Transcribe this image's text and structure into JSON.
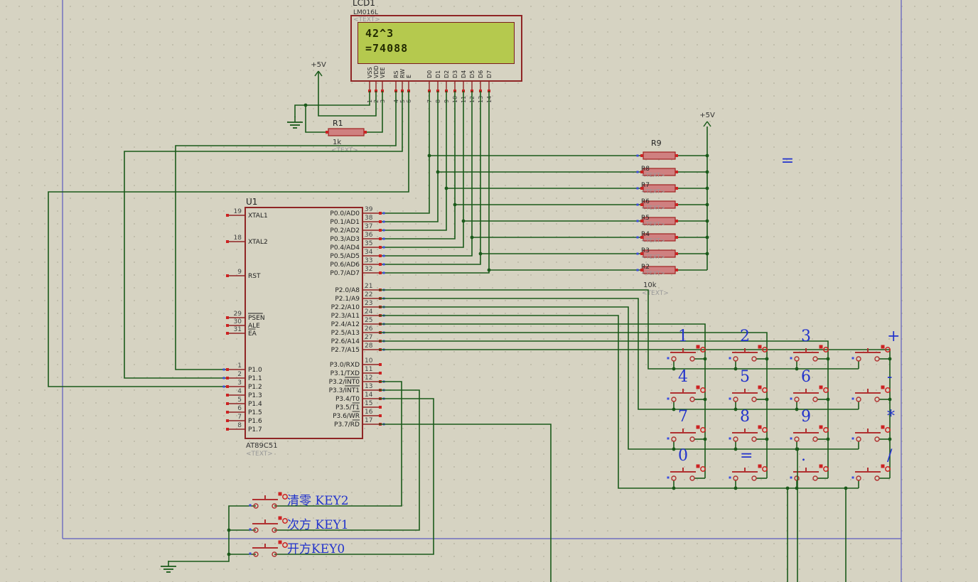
{
  "sheet": {
    "wire_color": "#1a5a1a",
    "component_color": "#8f2525",
    "accent_blue": "#2233cc",
    "lcd_screen_color": "#b5c94e",
    "resistor_fill": "#cf8080"
  },
  "power_label": "+5V",
  "lcd": {
    "ref": "LCD1",
    "model": "LM016L",
    "placeholder": "<TEXT>",
    "screen_lines": [
      "42^3",
      "=74088"
    ],
    "pins": [
      {
        "num": "1",
        "name": "VSS"
      },
      {
        "num": "2",
        "name": "VDD"
      },
      {
        "num": "3",
        "name": "VEE"
      },
      {
        "num": "4",
        "name": "RS"
      },
      {
        "num": "5",
        "name": "RW"
      },
      {
        "num": "6",
        "name": "E"
      },
      {
        "num": "7",
        "name": "D0"
      },
      {
        "num": "8",
        "name": "D1"
      },
      {
        "num": "9",
        "name": "D2"
      },
      {
        "num": "10",
        "name": "D3"
      },
      {
        "num": "11",
        "name": "D4"
      },
      {
        "num": "12",
        "name": "D5"
      },
      {
        "num": "13",
        "name": "D6"
      },
      {
        "num": "14",
        "name": "D7"
      }
    ]
  },
  "r1": {
    "ref": "R1",
    "value": "1k",
    "placeholder": "<TEXT>"
  },
  "rpack": {
    "ref": "R9",
    "refs": [
      "R8",
      "R7",
      "R6",
      "R5",
      "R4",
      "R3",
      "R2"
    ],
    "value": "10k",
    "placeholder": "<TEXT>"
  },
  "mcu": {
    "ref": "U1",
    "model": "AT89C51",
    "placeholder": "<TEXT>",
    "left_pins": [
      {
        "num": "19",
        "name": "XTAL1"
      },
      {
        "num": "18",
        "name": "XTAL2"
      },
      {
        "num": "9",
        "name": "RST"
      },
      {
        "num": "29",
        "name": "PSEN",
        "ol": "PSEN"
      },
      {
        "num": "30",
        "name": "ALE"
      },
      {
        "num": "31",
        "name": "EA",
        "ol": "EA"
      },
      {
        "num": "1",
        "name": "P1.0"
      },
      {
        "num": "2",
        "name": "P1.1"
      },
      {
        "num": "3",
        "name": "P1.2"
      },
      {
        "num": "4",
        "name": "P1.3"
      },
      {
        "num": "5",
        "name": "P1.4"
      },
      {
        "num": "6",
        "name": "P1.5"
      },
      {
        "num": "7",
        "name": "P1.6"
      },
      {
        "num": "8",
        "name": "P1.7"
      }
    ],
    "right_pins": [
      {
        "num": "39",
        "name": "P0.0/AD0"
      },
      {
        "num": "38",
        "name": "P0.1/AD1"
      },
      {
        "num": "37",
        "name": "P0.2/AD2"
      },
      {
        "num": "36",
        "name": "P0.3/AD3"
      },
      {
        "num": "35",
        "name": "P0.4/AD4"
      },
      {
        "num": "34",
        "name": "P0.5/AD5"
      },
      {
        "num": "33",
        "name": "P0.6/AD6"
      },
      {
        "num": "32",
        "name": "P0.7/AD7"
      },
      {
        "num": "21",
        "name": "P2.0/A8"
      },
      {
        "num": "22",
        "name": "P2.1/A9"
      },
      {
        "num": "23",
        "name": "P2.2/A10"
      },
      {
        "num": "24",
        "name": "P2.3/A11"
      },
      {
        "num": "25",
        "name": "P2.4/A12"
      },
      {
        "num": "26",
        "name": "P2.5/A13"
      },
      {
        "num": "27",
        "name": "P2.6/A14"
      },
      {
        "num": "28",
        "name": "P2.7/A15"
      },
      {
        "num": "10",
        "name": "P3.0/RXD"
      },
      {
        "num": "11",
        "name": "P3.1/TXD"
      },
      {
        "num": "12",
        "name": "P3.2/INT0",
        "ol": "INT0"
      },
      {
        "num": "13",
        "name": "P3.3/INT1",
        "ol": "INT1"
      },
      {
        "num": "14",
        "name": "P3.4/T0"
      },
      {
        "num": "15",
        "name": "P3.5/T1",
        "ol": "T1"
      },
      {
        "num": "16",
        "name": "P3.6/WR",
        "ol": "WR"
      },
      {
        "num": "17",
        "name": "P3.7/RD",
        "ol": "RD"
      }
    ]
  },
  "keypad": {
    "labels": [
      [
        "1",
        "2",
        "3",
        "+"
      ],
      [
        "4",
        "5",
        "6",
        "-"
      ],
      [
        "7",
        "8",
        "9",
        "*"
      ],
      [
        "0",
        "=",
        ".",
        "/"
      ]
    ]
  },
  "floating_equals": "=",
  "function_keys": [
    {
      "label": "清零 KEY2"
    },
    {
      "label": "次方 KEY1"
    },
    {
      "label": "开方KEY0"
    }
  ]
}
